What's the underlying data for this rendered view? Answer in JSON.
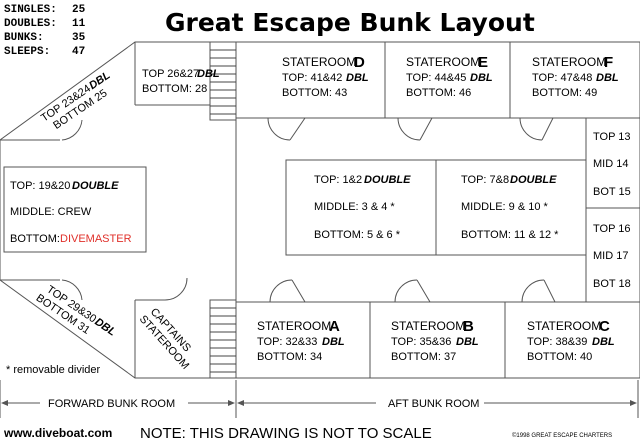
{
  "title": "Great Escape Bunk Layout",
  "stats": [
    {
      "label": "SINGLES:",
      "value": "25"
    },
    {
      "label": "DOUBLES:",
      "value": "11"
    },
    {
      "label": "BUNKS:",
      "value": "35"
    },
    {
      "label": "SLEEPS:",
      "value": "47"
    }
  ],
  "dbl": "DBL",
  "double": "DOUBLE",
  "staterooms": {
    "D": {
      "name": "STATEROOM",
      "letter": "D",
      "top": "TOP: 41&42",
      "bottom": "BOTTOM:  43"
    },
    "E": {
      "name": "STATEROOM",
      "letter": "E",
      "top": "TOP: 44&45",
      "bottom": "BOTTOM:  46"
    },
    "F": {
      "name": "STATEROOM",
      "letter": "F",
      "top": "TOP: 47&48",
      "bottom": "BOTTOM:  49"
    },
    "A": {
      "name": "STATEROOM",
      "letter": "A",
      "top": "TOP: 32&33",
      "bottom": "BOTTOM: 34"
    },
    "B": {
      "name": "STATEROOM",
      "letter": "B",
      "top": "TOP: 35&36",
      "bottom": "BOTTOM: 37"
    },
    "C": {
      "name": "STATEROOM",
      "letter": "C",
      "top": "TOP: 38&39",
      "bottom": "BOTTOM: 40"
    }
  },
  "forward": {
    "top_2627": "TOP 26&27",
    "bottom_28": "BOTTOM:  28",
    "top_2324": "TOP 23&24",
    "bottom_25": "BOTTOM 25",
    "top_2930": "TOP 29&30",
    "bottom_31": "BOTTOM 31",
    "captains_1": "CAPTAINS",
    "captains_2": "STATEROOM",
    "left_top": "TOP: 19&20",
    "left_middle": "MIDDLE:  CREW",
    "left_bottom_label": "BOTTOM:",
    "left_bottom_value": "DIVEMASTER"
  },
  "center": {
    "left_top": "TOP: 1&2",
    "left_middle": "MIDDLE: 3 & 4 *",
    "left_bottom": "BOTTOM: 5 & 6 *",
    "right_top": "TOP: 7&8",
    "right_middle": "MIDDLE: 9 & 10 *",
    "right_bottom": "BOTTOM: 11 & 12 *"
  },
  "right_bunks": [
    "TOP 13",
    "MID 14",
    "BOT 15",
    "TOP 16",
    "MID 17",
    "BOT 18"
  ],
  "note_divider": "* removable divider",
  "forward_room": "FORWARD BUNK ROOM",
  "aft_room": "AFT BUNK ROOM",
  "footer": {
    "site": "www.diveboat.com",
    "note": "NOTE:  THIS DRAWING IS NOT TO SCALE",
    "copyright": "©1998 GREAT ESCAPE CHARTERS"
  }
}
